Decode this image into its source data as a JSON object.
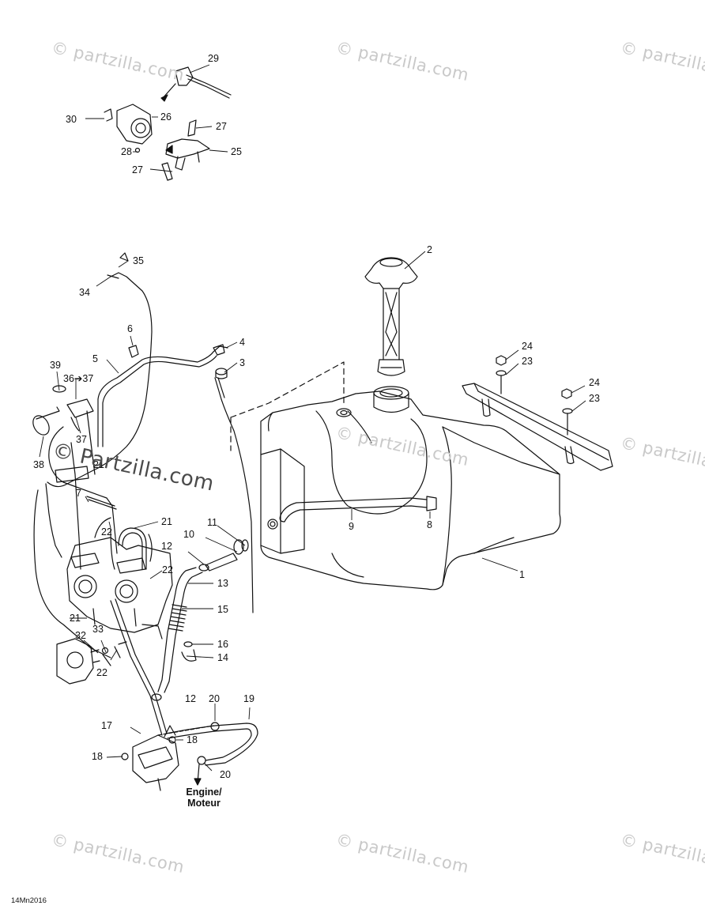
{
  "watermark": {
    "text": "© Partzilla.com",
    "text_small": "© partzilla.com"
  },
  "callouts": [
    "1",
    "2",
    "3",
    "4",
    "5",
    "6",
    "7",
    "8",
    "9",
    "10",
    "11",
    "12",
    "12",
    "13",
    "14",
    "15",
    "16",
    "17",
    "18",
    "18",
    "19",
    "20",
    "20",
    "21",
    "21",
    "21",
    "22",
    "22",
    "22",
    "23",
    "23",
    "24",
    "24",
    "25",
    "26",
    "27",
    "27",
    "28",
    "29",
    "30",
    "32",
    "33",
    "34",
    "35",
    "36➔37",
    "37",
    "38",
    "39"
  ],
  "labels": {
    "c1": "1",
    "c2": "2",
    "c3": "3",
    "c4": "4",
    "c5": "5",
    "c6": "6",
    "c7": "7",
    "c8": "8",
    "c9": "9",
    "c10": "10",
    "c11": "11",
    "c12": "12",
    "c13": "13",
    "c14": "14",
    "c15": "15",
    "c16": "16",
    "c17": "17",
    "c18": "18",
    "c19": "19",
    "c20": "20",
    "c21": "21",
    "c22": "22",
    "c23": "23",
    "c24": "24",
    "c25": "25",
    "c26": "26",
    "c27": "27",
    "c28": "28",
    "c29": "29",
    "c30": "30",
    "c32": "32",
    "c33": "33",
    "c34": "34",
    "c35": "35",
    "c36": "36➔37",
    "c37": "37",
    "c38": "38",
    "c39": "39"
  },
  "destination": {
    "line1": "Engine/",
    "line2": "Moteur"
  },
  "drawing_code": "14Mn2016",
  "colors": {
    "line": "#111111",
    "watermark": "#c9c9c9"
  }
}
